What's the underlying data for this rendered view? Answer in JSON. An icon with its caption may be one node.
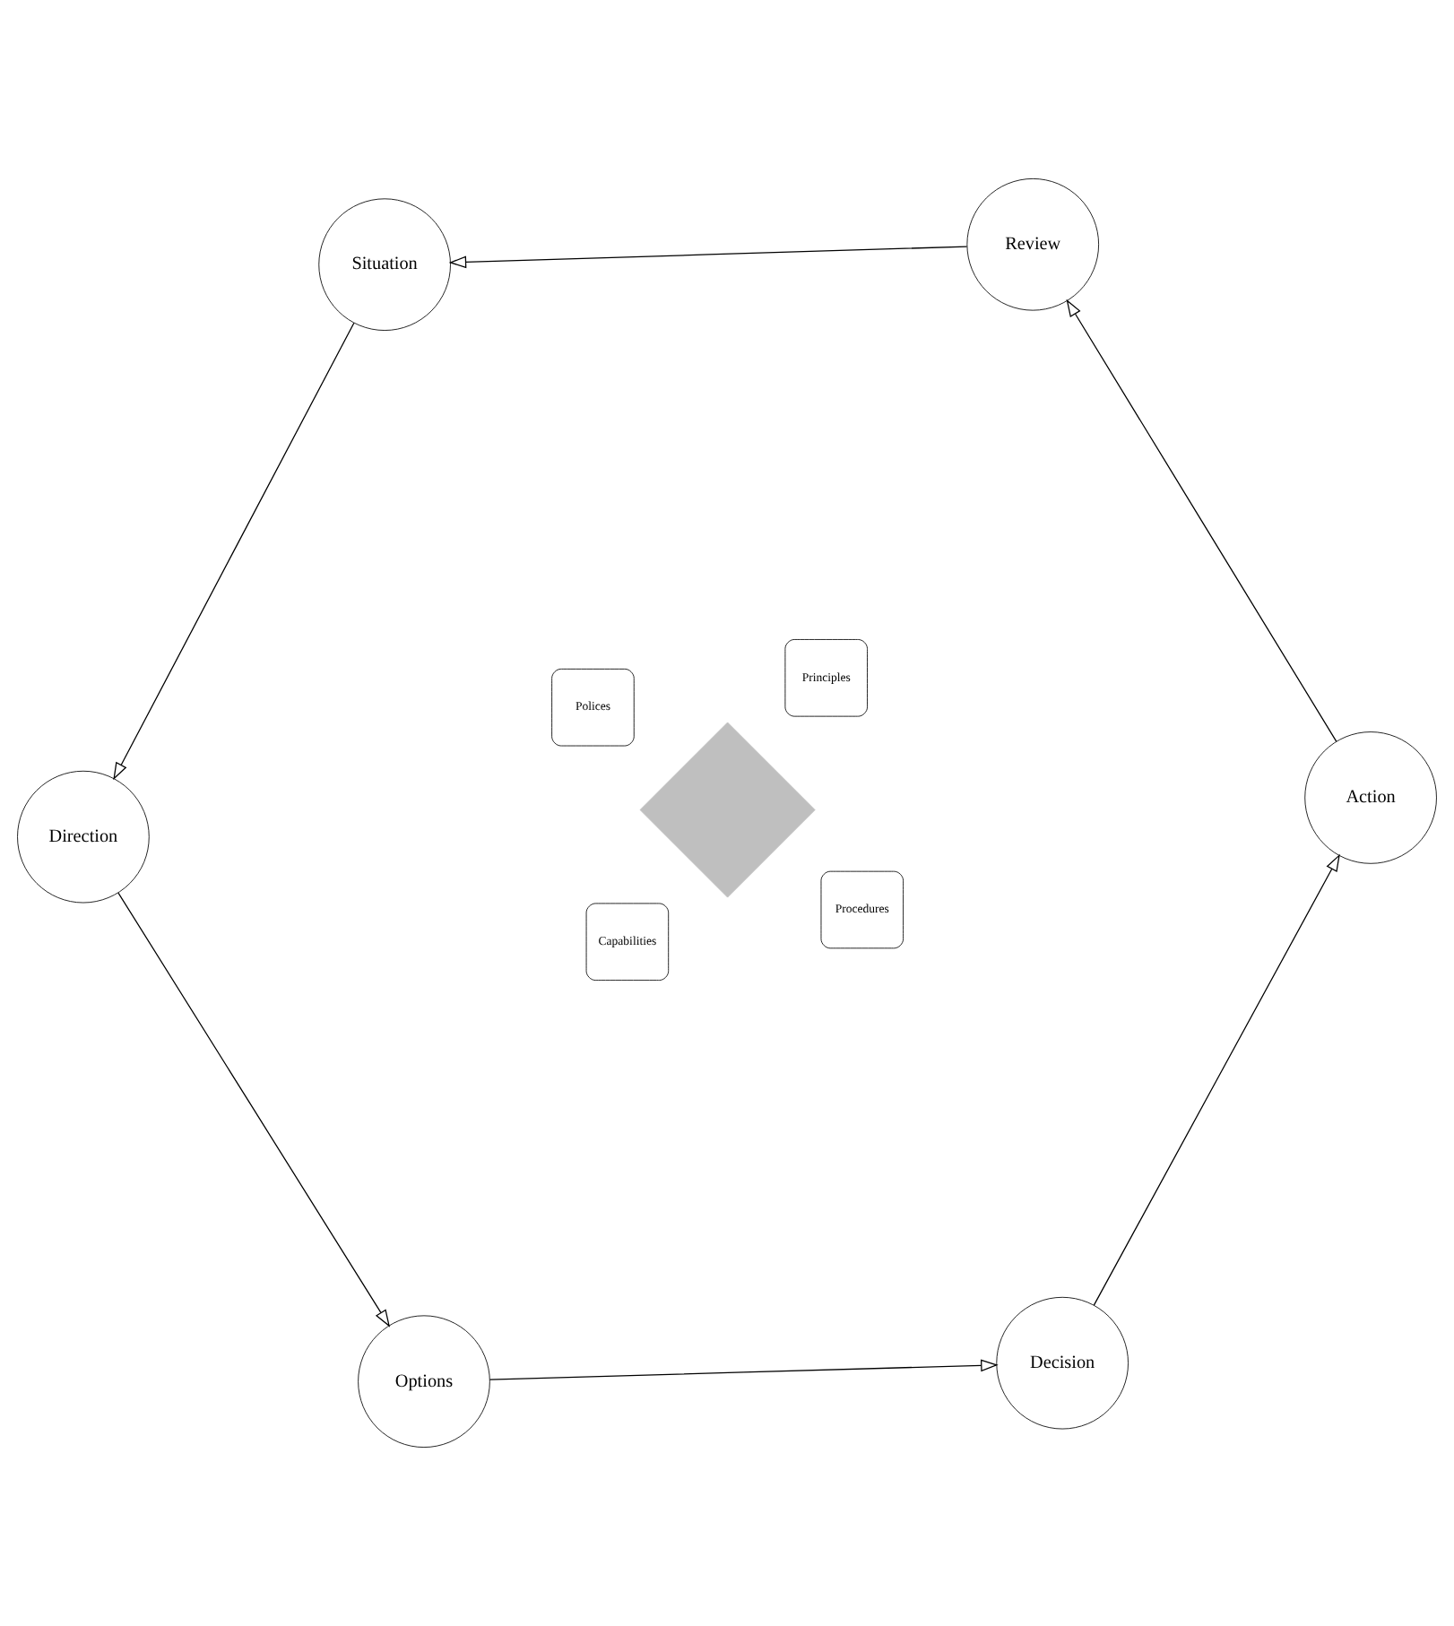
{
  "diagram": {
    "nodes": [
      {
        "text": [
          "Situation"
        ]
      },
      {
        "text": [
          "Review"
        ]
      },
      {
        "text": [
          "Direction"
        ]
      },
      {
        "text": [],
        "shape": "diamond"
      },
      {
        "text": [
          "Principles"
        ]
      },
      {
        "text": [
          "Polices"
        ]
      },
      {
        "text": [
          "Capabilities"
        ]
      },
      {
        "text": [
          "Procedures"
        ]
      },
      {
        "text": [
          "Options"
        ]
      },
      {
        "text": [
          "Action"
        ]
      },
      {
        "text": [
          "Decision"
        ]
      }
    ],
    "edges": [
      {
        "from": 0,
        "to": 2,
        "arrow": "to"
      },
      {
        "from": 2,
        "to": 8,
        "arrow": "to"
      },
      {
        "from": 8,
        "to": 10,
        "arrow": "to"
      },
      {
        "from": 10,
        "to": 9,
        "arrow": "to"
      },
      {
        "from": 9,
        "to": 1,
        "arrow": "to"
      },
      {
        "from": 1,
        "to": 0,
        "arrow": "to"
      }
    ]
  }
}
